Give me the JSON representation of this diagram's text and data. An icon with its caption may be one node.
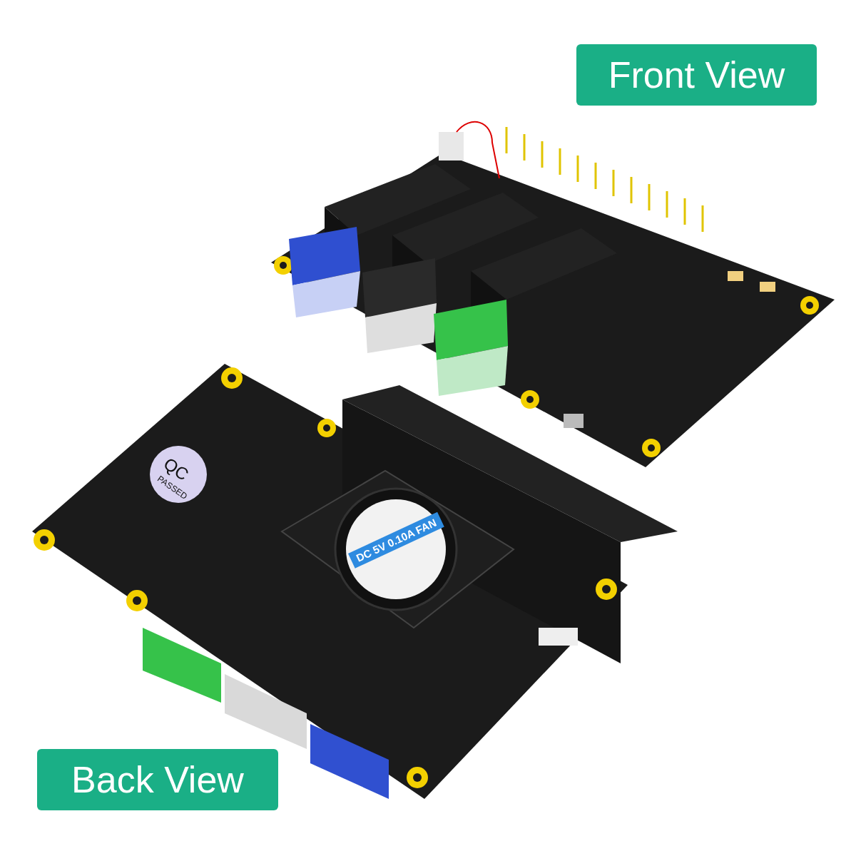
{
  "diagram": {
    "labels": [
      "Front View",
      "QC",
      "PASSED",
      "DC 5V 0.10A FAN",
      "Back View"
    ]
  }
}
